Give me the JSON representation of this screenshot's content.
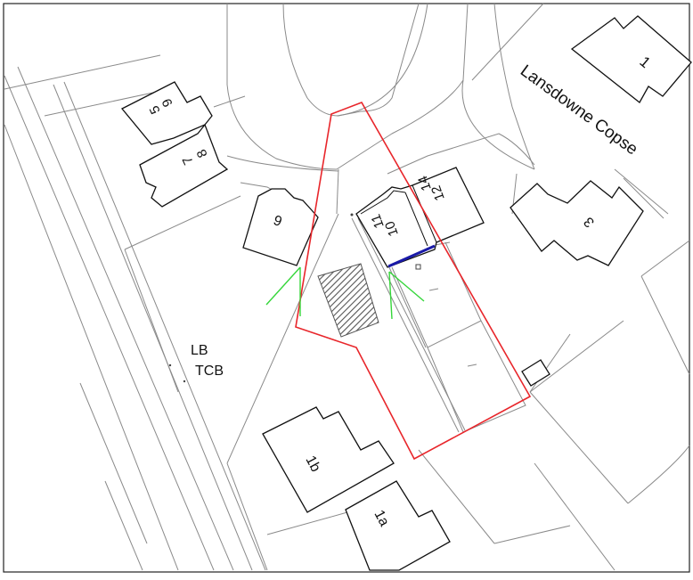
{
  "map": {
    "colors": {
      "site_boundary": "#e8262b",
      "sight_line": "#35d63a",
      "highlight": "#1a1aa8",
      "linework": "#8a8a8a",
      "building": "#111111",
      "hatch": "#555555"
    },
    "road_name": "Lansdowne Copse",
    "labels": {
      "house_1": "1",
      "house_3": "3",
      "house_6": "6",
      "house_5": "5",
      "house_9": "9",
      "house_8": "8",
      "house_7": "7",
      "house_10": "10",
      "house_11": "11",
      "house_12": "12",
      "house_14": "14",
      "house_1a": "1a",
      "house_1b": "1b",
      "lb": "LB",
      "tcb": "TCB"
    }
  }
}
